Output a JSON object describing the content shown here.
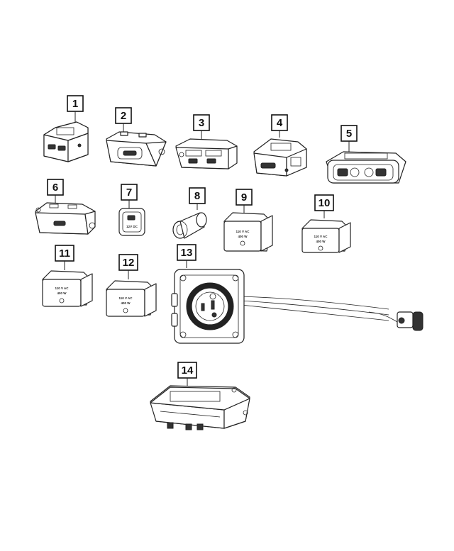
{
  "callouts": [
    "1",
    "2",
    "3",
    "4",
    "5",
    "6",
    "7",
    "8",
    "9",
    "10",
    "11",
    "12",
    "13",
    "14"
  ],
  "part_labels": {
    "p7_voltage": "12V DC",
    "p9_voltage": "110 V AC",
    "p9_power": "400 W",
    "p10_voltage": "110 V AC",
    "p10_power": "400 W",
    "p11_voltage": "110 V AC",
    "p11_power": "400 W",
    "p12_voltage": "110 V AC",
    "p12_power": "400 W"
  }
}
